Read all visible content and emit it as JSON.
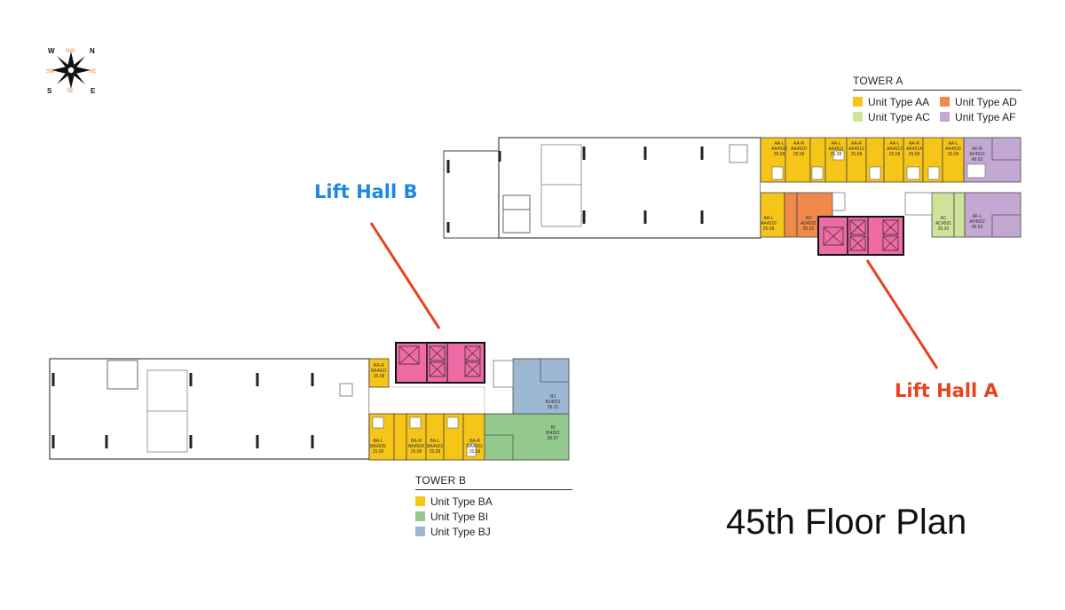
{
  "title": "45th Floor Plan",
  "callouts": {
    "lift_hall_b": "Lift Hall B",
    "lift_hall_a": "Lift Hall A"
  },
  "compass": {
    "n": "N",
    "s": "S",
    "e": "E",
    "w": "W",
    "nw": "NW",
    "ne": "NE",
    "sw": "SW",
    "se": "SE"
  },
  "tower_a": {
    "title": "TOWER A",
    "legend": [
      {
        "label": "Unit Type AA",
        "color": "#f5c518"
      },
      {
        "label": "Unit Type AD",
        "color": "#f08a4b"
      },
      {
        "label": "Unit Type AC",
        "color": "#cfe39a"
      },
      {
        "label": "Unit Type AF",
        "color": "#c3a8d1"
      }
    ]
  },
  "tower_b": {
    "title": "TOWER B",
    "legend": [
      {
        "label": "Unit Type BA",
        "color": "#f5c518"
      },
      {
        "label": "Unit Type BI",
        "color": "#93c98d"
      },
      {
        "label": "Unit Type BJ",
        "color": "#9db8d2"
      }
    ]
  },
  "unit_labels": {
    "a1": [
      "AA-L",
      "AA4509",
      "25.08"
    ],
    "a2": [
      "AA-R",
      "AA4510",
      "25.08"
    ],
    "a3": [
      "AA-L",
      "AA4511",
      "25.08"
    ],
    "a4": [
      "AA-R",
      "AA4512",
      "25.08"
    ],
    "a5": [
      "AA-L",
      "AA4513",
      "25.08"
    ],
    "a6": [
      "AA-R",
      "AA4514",
      "25.08"
    ],
    "a7": [
      "AA-L",
      "AA4515",
      "25.08"
    ],
    "a8": [
      "AF-R",
      "AF4501",
      "49.53"
    ],
    "a9": [
      "AA-L",
      "AA4516",
      "25.08"
    ],
    "a10": [
      "AD",
      "AD4501",
      "30.32"
    ],
    "a11": [
      "AC",
      "AC4501",
      "26.30"
    ],
    "a12": [
      "AF-L",
      "AF4502",
      "49.53"
    ],
    "b1": [
      "BA-R",
      "BA4501",
      "25.08"
    ],
    "b2": [
      "BJ",
      "BJ4501",
      "59.31"
    ],
    "b3": [
      "BI",
      "BI4501",
      "56.87"
    ],
    "b4": [
      "BA-L",
      "BA4505",
      "25.08"
    ],
    "b5": [
      "BA-R",
      "BA4504",
      "25.08"
    ],
    "b6": [
      "BA-L",
      "BA4503",
      "25.08"
    ],
    "b7": [
      "BA-R",
      "BA4502",
      "25.08"
    ]
  },
  "colors": {
    "lift_hall": "#f06aa6",
    "callout_b": "#1e88e5",
    "callout_a": "#e8431f",
    "leader": "#e8431f"
  }
}
